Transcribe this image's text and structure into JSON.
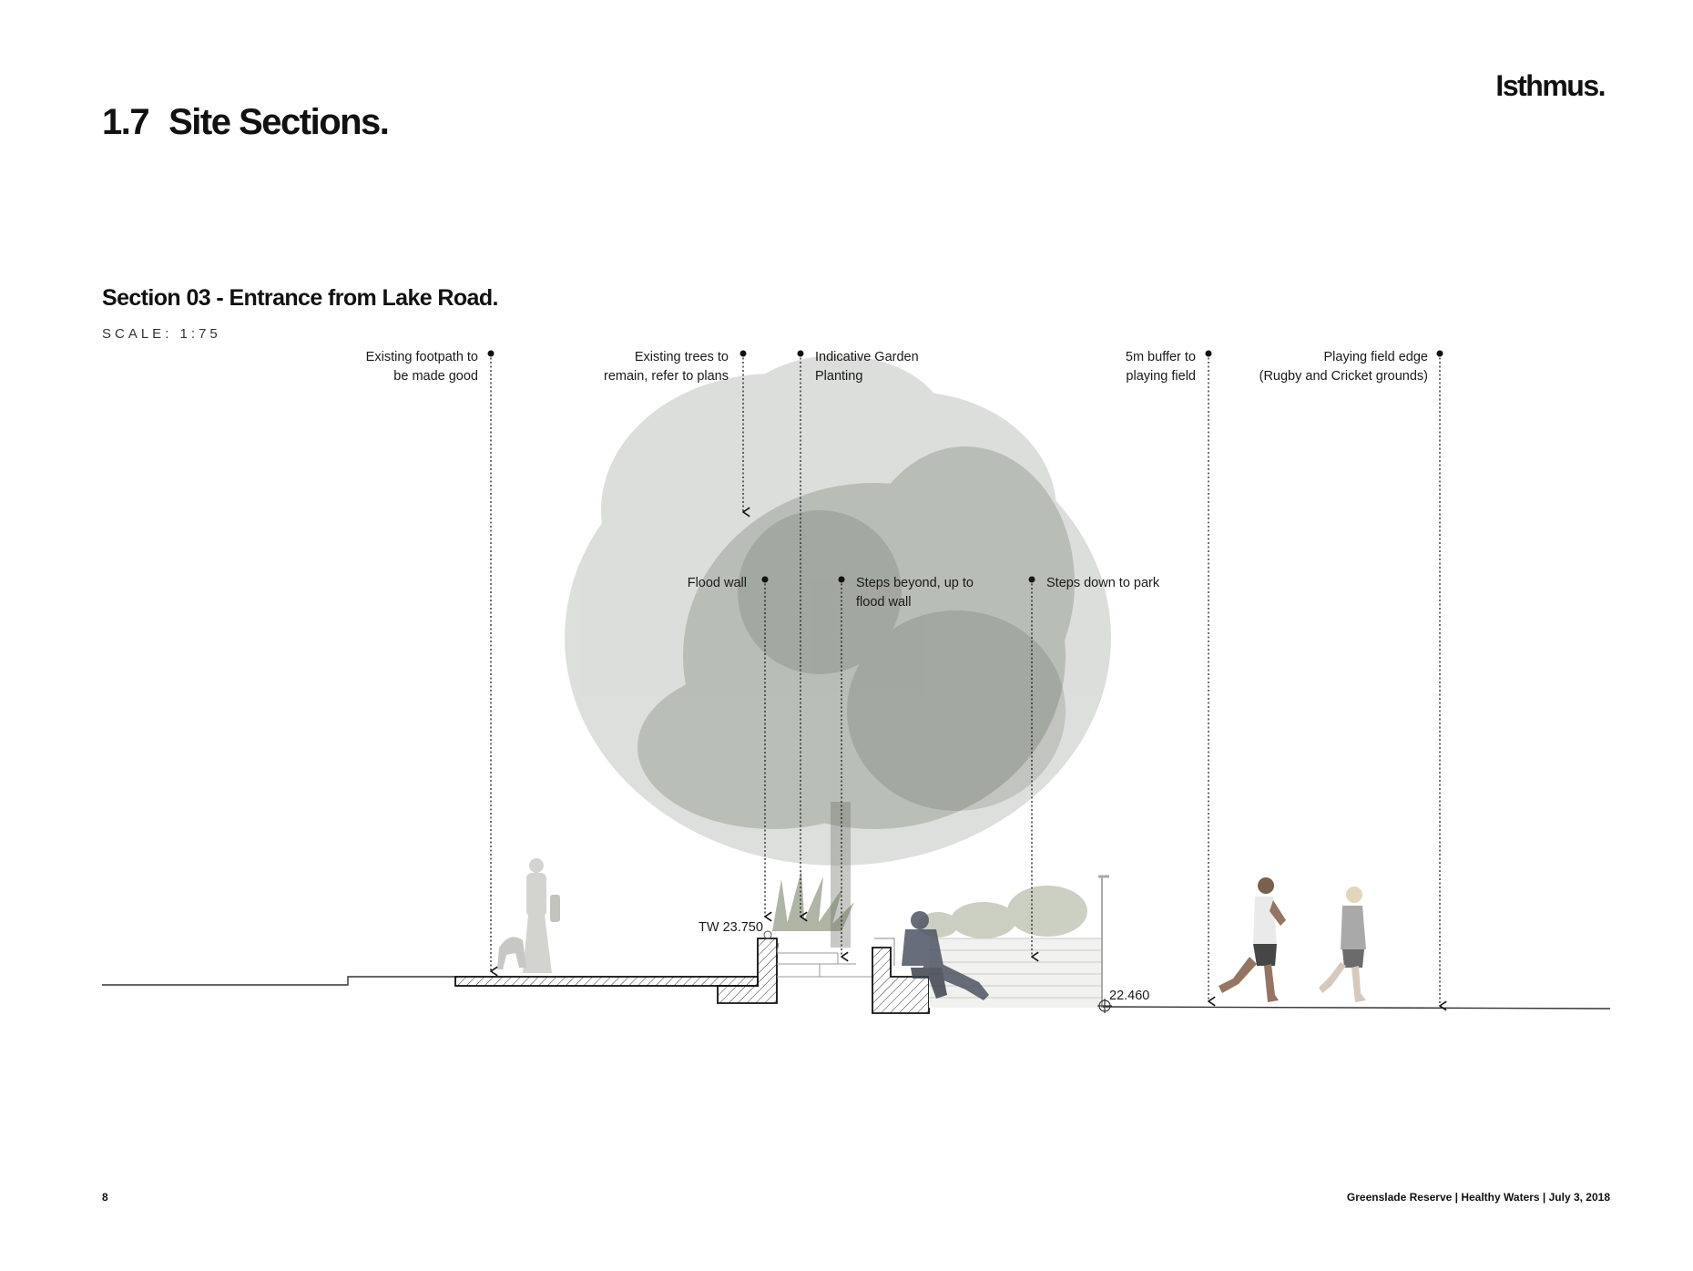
{
  "header": {
    "section_number": "1.7",
    "section_name": "Site Sections.",
    "logo": "Isthmus."
  },
  "section": {
    "title": "Section 03 - Entrance from Lake Road.",
    "scale": "SCALE: 1:75"
  },
  "labels": {
    "footpath": [
      "Existing footpath to",
      "be made good"
    ],
    "trees": [
      "Existing trees to",
      "remain, refer to plans"
    ],
    "planting": [
      "Indicative Garden",
      "Planting"
    ],
    "buffer": [
      "5m buffer to",
      "playing field"
    ],
    "playing_field": [
      "Playing field edge",
      "(Rugby and Cricket grounds)"
    ],
    "flood_wall": [
      "Flood wall"
    ],
    "steps_beyond": [
      "Steps beyond, up to",
      "flood wall"
    ],
    "steps_down": [
      "Steps down to park"
    ]
  },
  "levels": {
    "top_of_wall": "TW 23.750",
    "park": "22.460"
  },
  "footer": {
    "page_number": "8",
    "project": "Greenslade Reserve | Healthy Waters | July 3, 2018"
  }
}
